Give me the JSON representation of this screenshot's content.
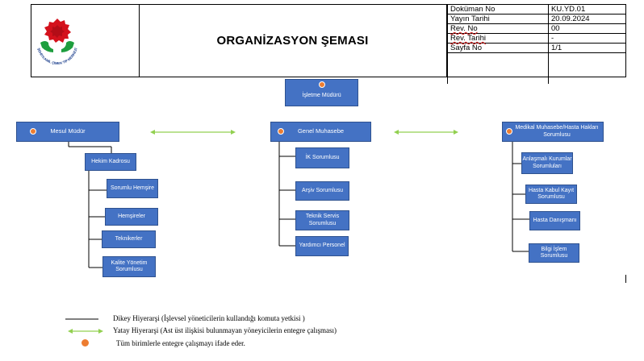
{
  "header": {
    "title": "ORGANİZASYON ŞEMASI",
    "meta": [
      {
        "key": "Doküman No",
        "value": "KU.YD.01"
      },
      {
        "key": "Yayın Tarihi",
        "value": "20.09.2024"
      },
      {
        "key": "Rev. No",
        "value": "00"
      },
      {
        "key": "Rev. Tarihi",
        "value": "-"
      },
      {
        "key": "Sayfa No",
        "value": "1/1"
      }
    ],
    "logo_text": "ŞEHİTKAMİL ÇİMEN TIP MERKEZİ"
  },
  "org": {
    "top": "İşletme Müdürü",
    "left_head": "Mesul Müdür",
    "center_head": "Genel Muhasebe",
    "right_head": "Medikal Muhasebe/Hasta Hakları Sorumlusu",
    "hekim": "Hekim Kadrosu",
    "left_items": [
      "Sorumlu Hemşire",
      "Hemşireler",
      "Teknikerler",
      "Kalite Yönetim Sorumlusu"
    ],
    "center_items": [
      "İK Sorumlusu",
      "Arşiv Sorumlusu",
      "Teknik Servis Sorumlusu",
      "Yardımcı Personel"
    ],
    "right_items": [
      "Anlaşmalı Kurumlar Sorumluları",
      "Hasta Kabul Kayıt Sorumlusu",
      "Hasta Danışmanı",
      "Bilgi İşlem Sorumlusu"
    ]
  },
  "legend": {
    "vertical": "Dikey Hiyerarşi (İşlevsel yöneticilerin kullandığı komuta yetkisi )",
    "horizontal": "Yatay Hiyerarşi (Ast üst ilişkisi bulunmayan yöneyicilerin entegre  çalışması)",
    "dot": "Tüm birimlerle entegre çalışmayı ifade eder."
  },
  "colors": {
    "box": "#4472c4",
    "dot": "#ed7d31",
    "arrow": "#92d050",
    "line": "#000000"
  }
}
